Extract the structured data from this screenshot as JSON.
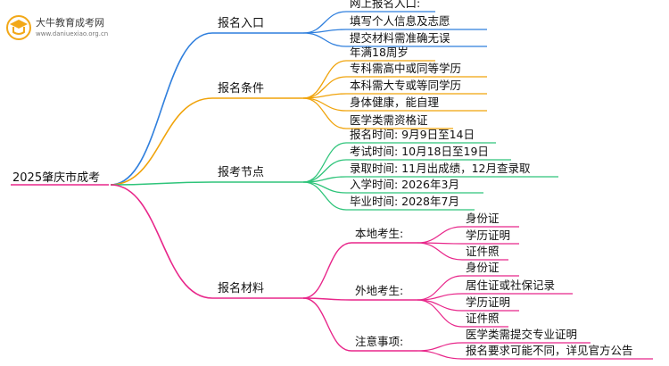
{
  "watermark": {
    "name": "大牛教育成考网",
    "url": "www.daniuexiao.org.cn"
  },
  "colors": {
    "blue": "#2f7fdd",
    "orange": "#f0a30a",
    "green": "#2ec47a",
    "pink": "#e8268a"
  },
  "root": "2025肇庆市成考",
  "branches": [
    {
      "label": "报名入口",
      "color": "blue",
      "items": [
        "网上报名入口:",
        "填写个人信息及志愿",
        "提交材料需准确无误"
      ]
    },
    {
      "label": "报名条件",
      "color": "orange",
      "items": [
        "年满18周岁",
        "专科需高中或同等学历",
        "本科需大专或等同学历",
        "身体健康，能自理",
        "医学类需资格证"
      ]
    },
    {
      "label": "报考节点",
      "color": "green",
      "items": [
        "报名时间: 9月9日至14日",
        "考试时间: 10月18日至19日",
        "录取时间: 11月出成绩，12月查录取",
        "入学时间: 2026年3月",
        "毕业时间: 2028年7月"
      ]
    },
    {
      "label": "报名材料",
      "color": "pink",
      "groups": [
        {
          "label": "本地考生:",
          "items": [
            "身份证",
            "学历证明",
            "证件照"
          ]
        },
        {
          "label": "外地考生:",
          "items": [
            "身份证",
            "居住证或社保记录",
            "学历证明",
            "证件照"
          ]
        },
        {
          "label": "注意事项:",
          "items": [
            "医学类需提交专业证明",
            "报名要求可能不同，详见官方公告"
          ]
        }
      ]
    }
  ]
}
